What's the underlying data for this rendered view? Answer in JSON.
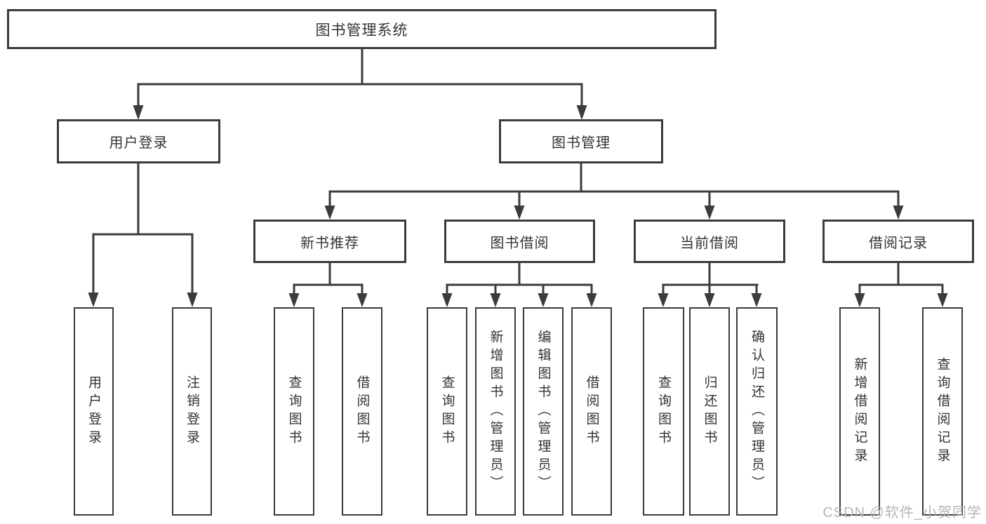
{
  "diagram": {
    "root": {
      "label": "图书管理系统"
    },
    "branches": [
      {
        "label": "用户登录",
        "leaves": [
          "用户登录",
          "注销登录"
        ]
      },
      {
        "label": "图书管理",
        "groups": [
          {
            "label": "新书推荐",
            "leaves": [
              "查询图书",
              "借阅图书"
            ]
          },
          {
            "label": "图书借阅",
            "leaves": [
              "查询图书",
              "新增图书（管理员）",
              "编辑图书（管理员）",
              "借阅图书"
            ]
          },
          {
            "label": "当前借阅",
            "leaves": [
              "查询图书",
              "归还图书",
              "确认归还（管理员）"
            ]
          },
          {
            "label": "借阅记录",
            "leaves": [
              "新增借阅记录",
              "查询借阅记录"
            ]
          }
        ]
      }
    ]
  },
  "watermark": {
    "text": "CSDN @软件_小贺同学"
  },
  "colors": {
    "line": "#3b3b3b",
    "text": "#333333",
    "background": "#ffffff",
    "watermark": "#b5b5b5"
  }
}
